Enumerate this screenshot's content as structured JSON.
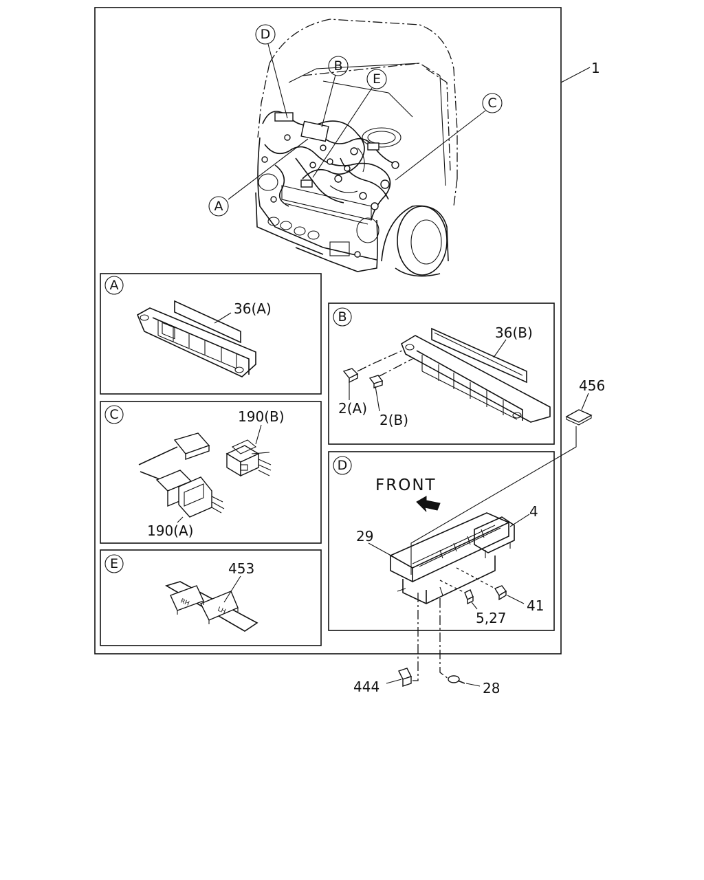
{
  "callouts": {
    "A": "A",
    "B": "B",
    "C": "C",
    "D": "D",
    "E": "E"
  },
  "labels": {
    "main_assembly": "1",
    "part_36a": "36(A)",
    "part_36b": "36(B)",
    "part_2a": "2(A)",
    "part_2b": "2(B)",
    "part_190b": "190(B)",
    "part_190a": "190(A)",
    "part_453": "453",
    "part_456": "456",
    "part_4": "4",
    "part_29": "29",
    "part_41": "41",
    "part_5_27": "5,27",
    "part_444": "444",
    "part_28": "28"
  },
  "text": {
    "front": "FRONT",
    "rh_tag": "RH",
    "lh_tag": "LH"
  },
  "colors": {
    "line": "#111111",
    "background": "#ffffff"
  }
}
